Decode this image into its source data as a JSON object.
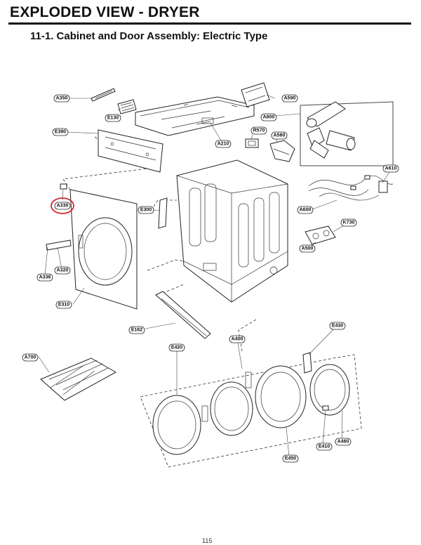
{
  "header": {
    "title": "EXPLODED VIEW - DRYER",
    "section": "11-1. Cabinet and Door Assembly: Electric Type"
  },
  "highlight": {
    "part": "A330",
    "color": "#d0282e"
  },
  "parts": {
    "A350": "A350",
    "E130": "E130",
    "E390": "E390",
    "A590": "A590",
    "A800": "A800",
    "R570": "R570",
    "A560": "A560",
    "A210": "A210",
    "A610": "A610",
    "A330": "A330",
    "E300": "E300",
    "A600": "A600",
    "K730": "K730",
    "A500": "A500",
    "A320": "A320",
    "A336": "A336",
    "E310": "E310",
    "E162": "E162",
    "E430": "E430",
    "A400": "A400",
    "E420": "E420",
    "A700": "A700",
    "E410": "E410",
    "A460": "A460",
    "E450": "E450"
  },
  "footer": {
    "page_number": "115"
  }
}
